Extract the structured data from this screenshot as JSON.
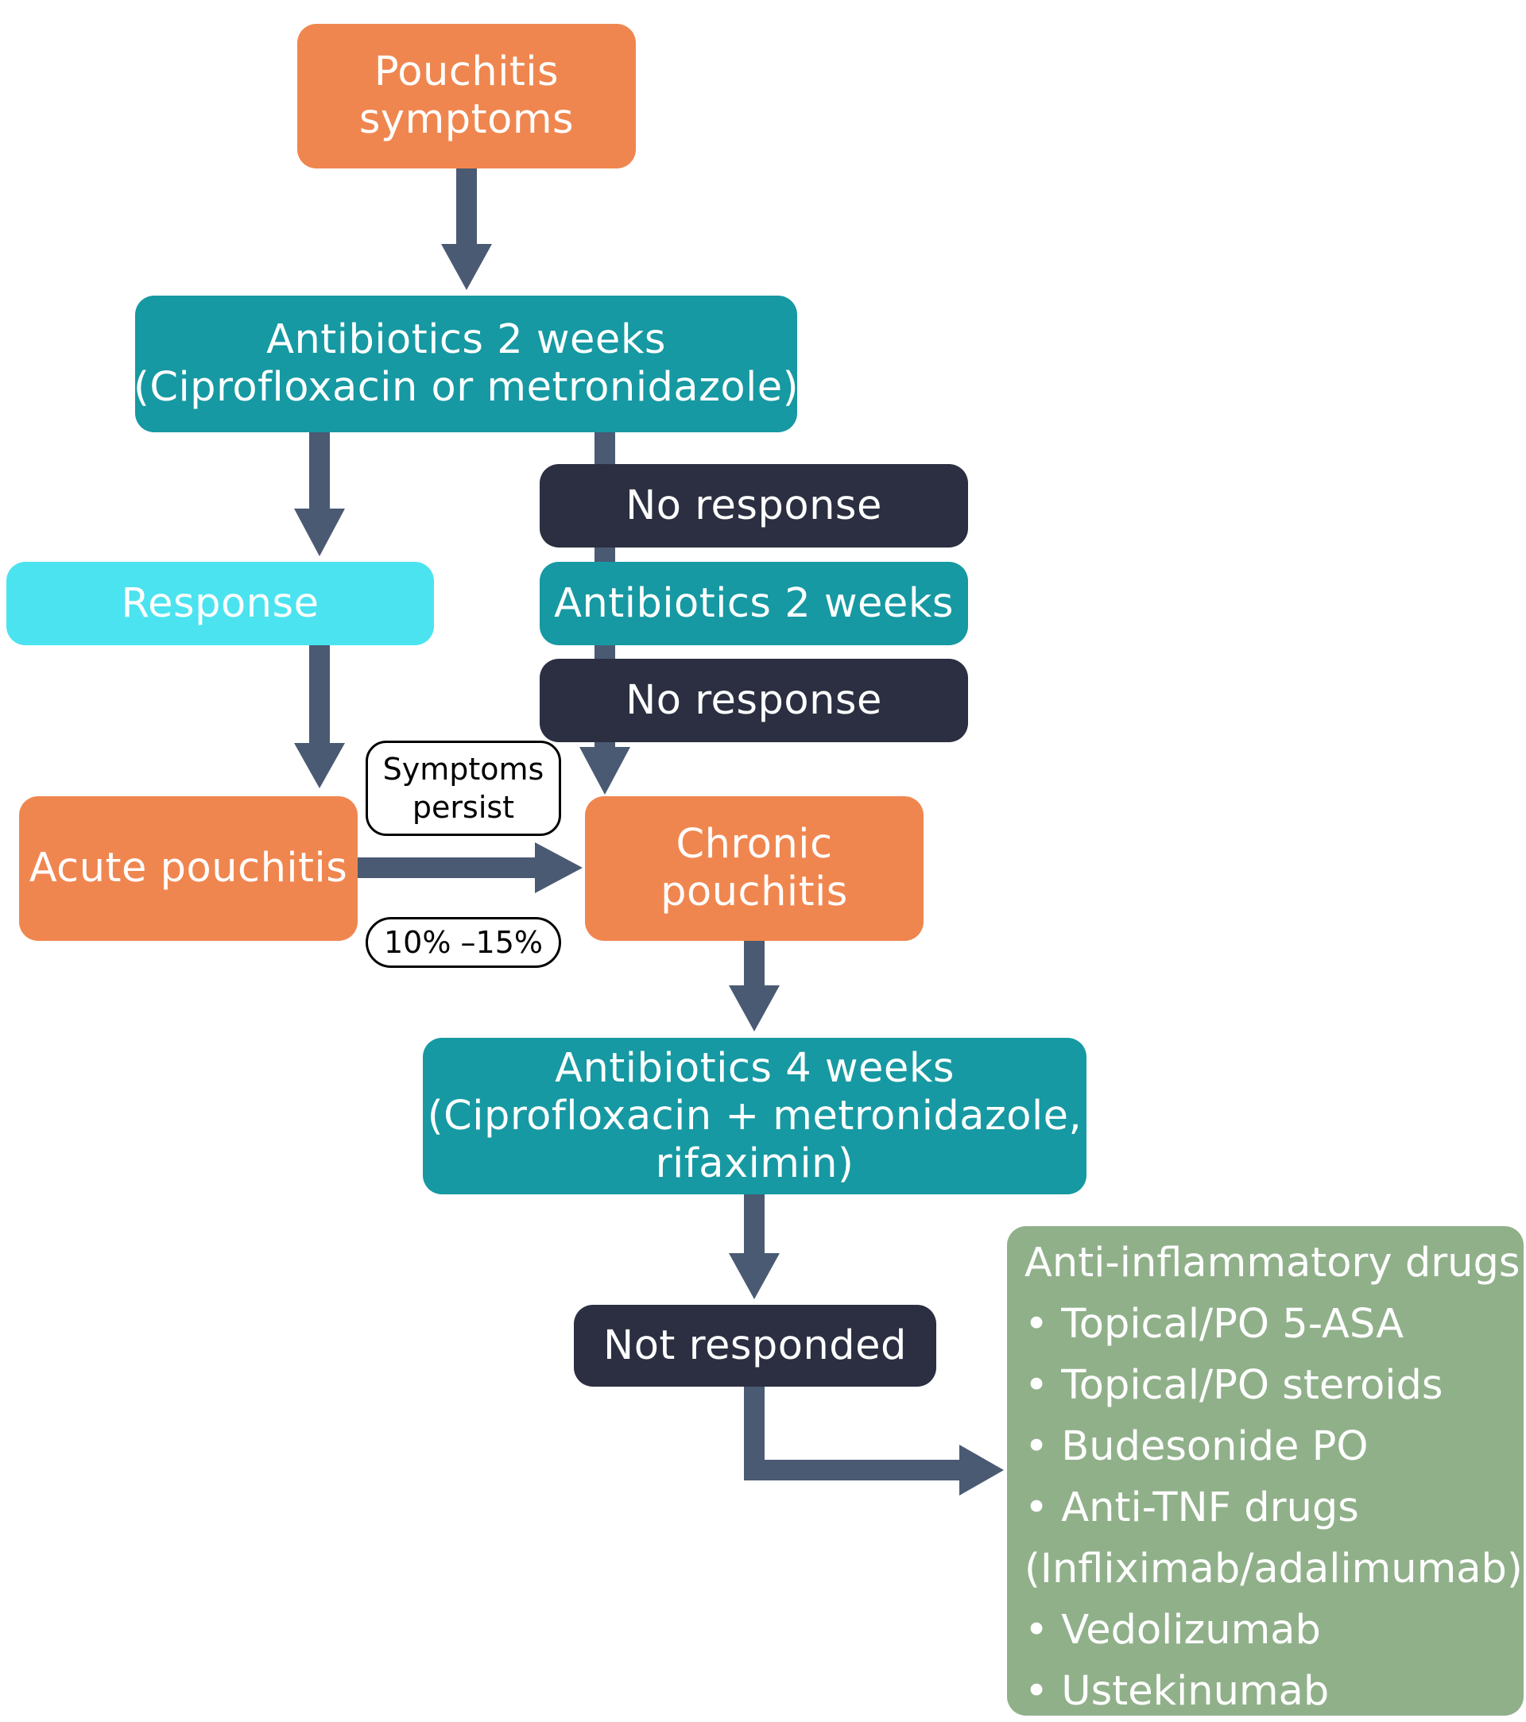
{
  "nodes": {
    "pouchitis_symptoms": [
      "Pouchitis",
      "symptoms"
    ],
    "antibiotics_2w_initial": [
      "Antibiotics 2 weeks",
      "(Ciprofloxacin or metronidazole)"
    ],
    "response": "Response",
    "no_response_1": "No response",
    "antibiotics_2w_second": "Antibiotics 2 weeks",
    "no_response_2": "No response",
    "acute_pouchitis": "Acute pouchitis",
    "chronic_pouchitis": [
      "Chronic",
      "pouchitis"
    ],
    "antibiotics_4w": [
      "Antibiotics 4 weeks",
      "(Ciprofloxacin + metronidazole,",
      "rifaximin)"
    ],
    "not_responded": "Not responded"
  },
  "labels": {
    "symptoms_persist": [
      "Symptoms",
      "persist"
    ],
    "percentage": "10% –15%"
  },
  "anti_inflammatory": {
    "title": "Anti-inflammatory drugs",
    "items": [
      "• Topical/PO 5-ASA",
      "• Topical/PO steroids",
      "• Budesonide PO",
      "• Anti-TNF drugs",
      "(Infliximab/adalimumab)",
      "• Vedolizumab",
      "• Ustekinumab"
    ]
  },
  "colors": {
    "orange": "#f0864f",
    "teal": "#1699a2",
    "cyan": "#4be3ef",
    "dark": "#2b2f41",
    "green": "#90b08a",
    "arrow": "#4a5a73"
  }
}
